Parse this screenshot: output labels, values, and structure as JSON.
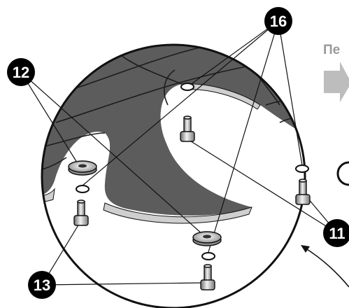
{
  "callouts": {
    "c12": "12",
    "c16": "16",
    "c13": "13",
    "c11": "11"
  },
  "side_label": "Пе",
  "colors": {
    "shell": "#5c5c5c",
    "shell_line": "#1c1c1c",
    "trim": "#cfcfcf",
    "outline": "#111111",
    "callout_bg": "#000000",
    "callout_fg": "#ffffff",
    "arrow_gray": "#bdbdbd",
    "side_text": "#9a9a9a"
  }
}
